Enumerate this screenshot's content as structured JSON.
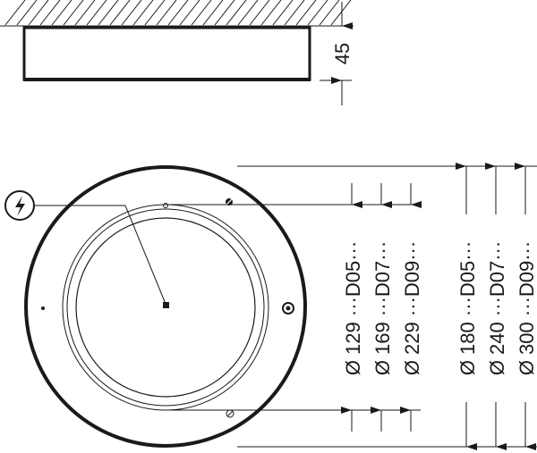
{
  "side_view": {
    "height_label": "45"
  },
  "top_view": {
    "power_symbol": "lightning-bolt-icon",
    "inner_dimensions": [
      "Ø 129 ···D05···",
      "Ø 169 ···D07···",
      "Ø 229 ···D09···"
    ],
    "outer_dimensions": [
      "Ø 180 ···D05···",
      "Ø 240 ···D07···",
      "Ø 300 ···D09···"
    ]
  },
  "colors": {
    "line": "#1a1a1a",
    "background": "#ffffff"
  }
}
